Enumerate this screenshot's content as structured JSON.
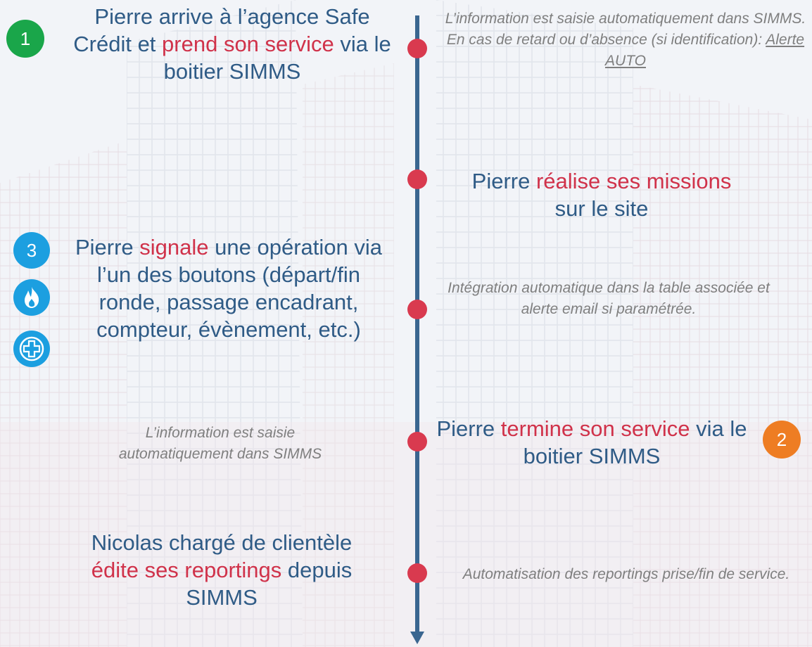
{
  "steps": [
    {
      "before": "Pierre arrive à l’agence Safe Crédit et ",
      "highlight": "prend son service",
      "after": " via le boitier SIMMS",
      "badge": "1"
    },
    {
      "before": "Pierre ",
      "highlight": "réalise ses missions",
      "after": " sur le site"
    },
    {
      "before": "Pierre ",
      "highlight": "signale",
      "after": " une opération via l’un des boutons (départ/fin ronde, passage encadrant, compteur, évènement, etc.)",
      "badge": "3"
    },
    {
      "before": "Pierre ",
      "highlight": "termine son service",
      "after": " via le boitier SIMMS",
      "badge": "2"
    },
    {
      "before": "Nicolas chargé de clientèle ",
      "highlight": "édite ses reportings",
      "after": " depuis SIMMS"
    }
  ],
  "notes": {
    "n1_text": "L’information est saisie automatiquement dans SIMMS. En cas de retard ou d’absence (si identification): ",
    "n1_link": "Alerte AUTO",
    "n2": "Intégration automatique  dans la table associée et alerte email si paramétrée.",
    "n3": "L’information est saisie automatiquement dans SIMMS",
    "n4": "Automatisation des reportings prise/fin de service."
  },
  "icons": [
    "fire-icon",
    "plus-icon"
  ],
  "colors": {
    "text": "#2f5b86",
    "highlight": "#d0324a",
    "note": "#7f7f7f",
    "badge1": "#1aa64a",
    "badge2": "#ee7d23",
    "badge3": "#1c9fe0",
    "dot": "#d93a4f",
    "axis": "#3a6690"
  }
}
